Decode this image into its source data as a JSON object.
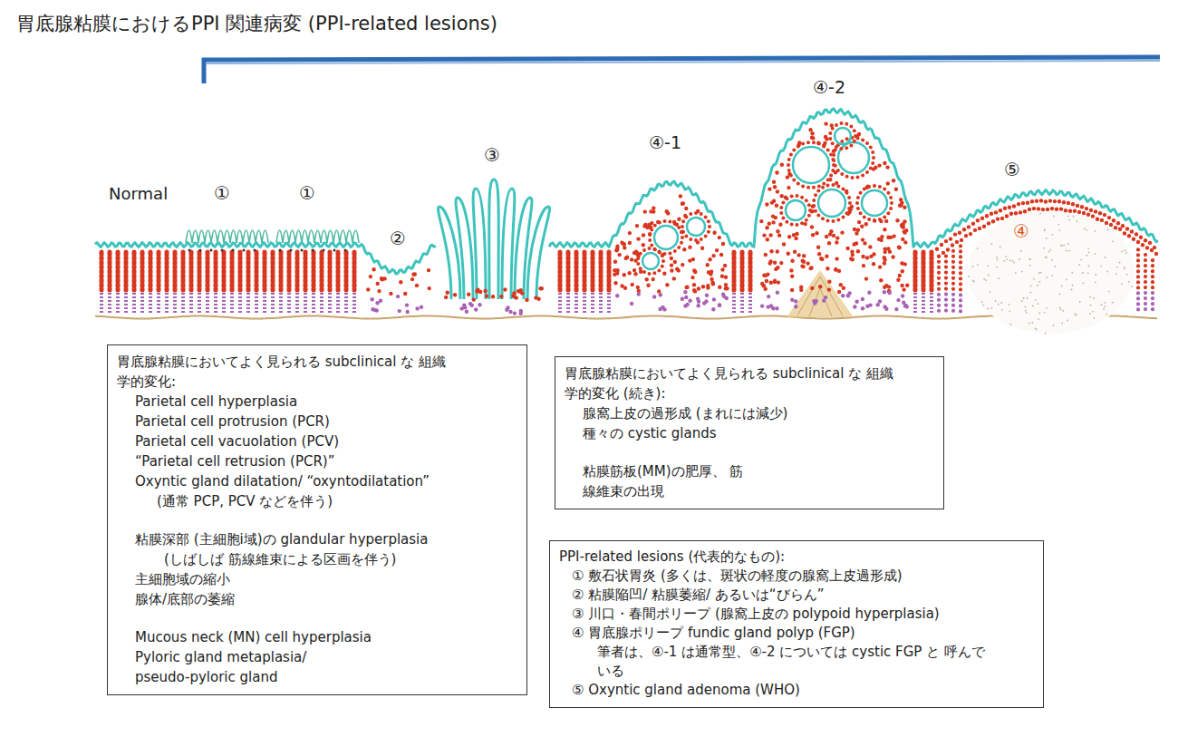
{
  "diagram": {
    "title": "胃底腺粘膜におけるPPI 関連病変 (PPI-related lesions)",
    "nodes": [
      {
        "text": [
          "胃底腺粘膜においてよく見られる subclinical な 組織学的変化:",
          "Parietal cell hyperplasia",
          "Parietal cell protrusion (PCR)",
          "Parietal cell vacuolation (PCV)",
          "“Parietal cell retrusion (PCR)”",
          "Oxyntic gland dilatation/ “oxyntodilatation”",
          "(通常 PCP, PCV などを伴う)",
          "粘膜深部 (主細胞i域)の glandular hyperplasia",
          "(しばしば 筋線維束による区画を伴う)",
          "主細胞域の縮小",
          "腺体/底部の萎縮",
          "Mucous neck (MN) cell hyperplasia",
          "Pyloric gland metaplasia/ pseudo-pyloric gland"
        ]
      },
      {
        "text": [
          "胃底腺粘膜においてよく見られる subclinical な 組織学的変化 (続き):",
          "腺窩上皮の過形成 (まれには減少)",
          "種々の cystic glands",
          "粘膜筋板(MM)の肥厚、 筋線維束の出現"
        ]
      },
      {
        "text": [
          "PPI-related lesions (代表的なもの):",
          "① 敷石状胃炎 (多くは、斑状の軽度の腺窩上皮過形成)",
          "② 粘膜陥凹/ 粘膜萎縮/ あるいは“びらん”",
          "③ 川口・春間ポリープ (腺窩上皮の polypoid hyperplasia)",
          "④ 胃底腺ポリープ fundic gland polyp (FGP)",
          "筆者は、④-1 は通常型、④-2 については cystic FGP と 呼んでいる",
          "⑤ Oxyntic gland adenoma (WHO)"
        ]
      }
    ],
    "labels": [
      "Normal",
      "①",
      "①",
      "②",
      "③",
      "④-1",
      "④-2",
      "⑤",
      "④"
    ]
  }
}
